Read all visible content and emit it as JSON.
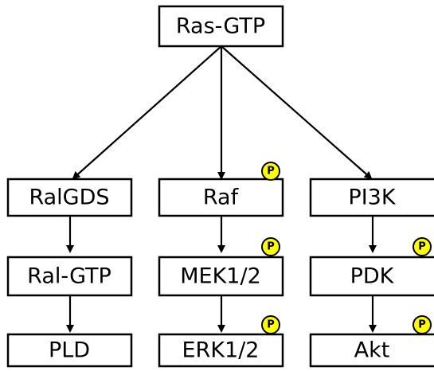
{
  "nodes": {
    "ras": "Ras-GTP",
    "ralgds": "RalGDS",
    "ral_gtp": "Ral-GTP",
    "pld": "PLD",
    "raf": "Raf",
    "mek": "MEK1/2",
    "erk": "ERK1/2",
    "pi3k": "PI3K",
    "pdk": "PDK",
    "akt": "Akt"
  },
  "phospho_label": "P",
  "colors": {
    "phospho_fill": "#ffff00",
    "stroke": "#000000",
    "background": "#ffffff"
  }
}
